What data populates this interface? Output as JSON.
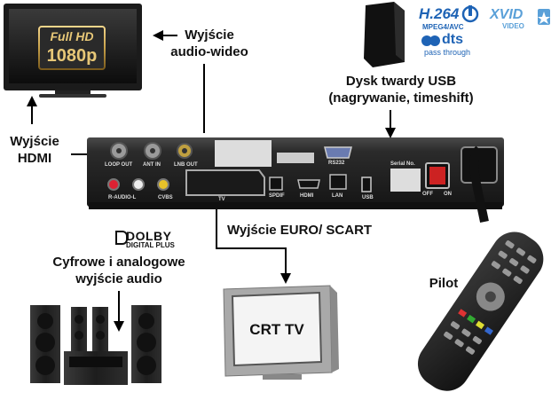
{
  "tv": {
    "badge_top": "Full HD",
    "badge_bottom": "1080p"
  },
  "labels": {
    "av_out": [
      "Wyjście",
      "audio-wideo"
    ],
    "hdmi_out": [
      "Wyjście",
      "HDMI"
    ],
    "usb_disk": [
      "Dysk twardy USB",
      "(nagrywanie, timeshift)"
    ],
    "scart_out": "Wyjście EURO/ SCART",
    "audio_out": [
      "Cyfrowe i analogowe",
      "wyjście audio"
    ],
    "remote": "Pilot",
    "crt": "CRT TV"
  },
  "logos": {
    "h264": "H.264",
    "mpeg4": "MPEG4/AVC",
    "xvid": "XVID",
    "xvid_sub": "VIDEO",
    "dts": "dts",
    "dts_sub": "pass through",
    "dolby": "DOLBY",
    "dolby_sub": "DIGITAL PLUS"
  },
  "ports": {
    "loop_out": "LOOP OUT",
    "ant_in": "ANT IN",
    "lnb_out": "LNB OUT",
    "r_audio_l": "R-AUDIO-L",
    "cvbs": "CVBS",
    "tv": "TV",
    "spdif": "SPDIF",
    "hdmi": "HDMI",
    "lan": "LAN",
    "rs232": "RS232",
    "usb": "USB",
    "off": "OFF",
    "on": "ON",
    "serial": "Serial No."
  },
  "colors": {
    "arrow": "#000000",
    "box": "#2a2a2a",
    "tv_frame": "#1b1b1b",
    "badge_gold": "#c9a24a",
    "h264_blue": "#1e63b5"
  }
}
